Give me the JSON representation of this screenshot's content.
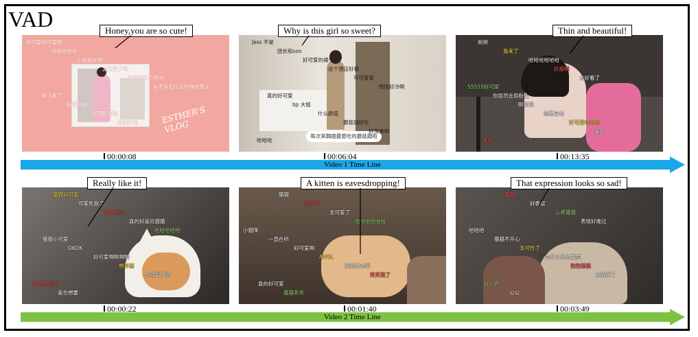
{
  "title": "VAD",
  "videos": [
    {
      "timeline_label": "Video 1 Time Line",
      "arrow_color": "#1aa7e8",
      "clips": [
        {
          "caption": "Honey,you are so cute!",
          "timestamp": "00:00:08"
        },
        {
          "caption": "Why is this girl so sweet?",
          "timestamp": "00:06:04"
        },
        {
          "caption": "Thin and beautiful!",
          "timestamp": "00:13:35"
        }
      ]
    },
    {
      "timeline_label": "Video 2 Time Line",
      "arrow_color": "#7dc242",
      "clips": [
        {
          "caption": "Really like it!",
          "timestamp": "00:00:22"
        },
        {
          "caption": "A kitten is eavesdropping!",
          "timestamp": "00:01:40"
        },
        {
          "caption": "That expression looks so sad!",
          "timestamp": "00:03:49"
        }
      ]
    }
  ],
  "overlays": {
    "clip1_sign": "ESTHER'S VLOG",
    "clip2_subtitle": "每次來韓國最愛吃的蘑菇鍋啦"
  },
  "danmaku": {
    "clip1": [
      "好可爱好可爱啊",
      "哈哈哈哈哈",
      "小姐姐好甜",
      "太可爱了吧",
      "好喜欢这个房间",
      "是不是有什么特殊的意义",
      "来了来了",
      "好看好看",
      "啊啊啊啊啊",
      "姐姐好美"
    ],
    "clip2": [
      "Jess 不是",
      "团长和soo",
      "好可爱的裙子",
      "这个酒店好看",
      "可可爱爱",
      "韩国好冷啊",
      "真的好可爱",
      "bp 大姐",
      "什么颜值",
      "蘑菇锅好吃",
      "好羡慕啊",
      "哈哈哈"
    ],
    "clip3": [
      "前排",
      "我来了",
      "哈哈哈哈哈哈",
      "好瘦啊",
      "太好看了",
      "55555好可爱",
      "你居然会用粉色",
      "啊啊啊",
      "羡慕身材",
      "好可爱哈哈哈",
      "美女",
      "笑死"
    ],
    "clip4": [
      "猫猫好可爱",
      "可爱死我了",
      "猫猫在听",
      "真的好喜欢猫猫",
      "哈哈哈哈哈",
      "猫猫小可爱",
      "OKOK",
      "好可爱啊啊啊啊",
      "想养猫",
      "太可爱了吧",
      "猫猫在偷听",
      "我也想要"
    ],
    "clip5": [
      "猫猫",
      "偷听中",
      "太可爱了",
      "哈哈哈哈哈哈",
      "小猫咪",
      "一直在听",
      "好可爱啊",
      "AWSL",
      "猫猫的表情",
      "笑死我了",
      "真的好可爱",
      "猫猫乖乖"
    ],
    "clip6": [
      "猫猫",
      "好委屈",
      "心疼猫猫",
      "表情好难过",
      "哈哈哈",
      "猫猫不开心",
      "太可怜了",
      "为什么这么委屈",
      "抱抱猫猫",
      "猫猫哭了",
      "好心疼",
      "公公"
    ]
  }
}
